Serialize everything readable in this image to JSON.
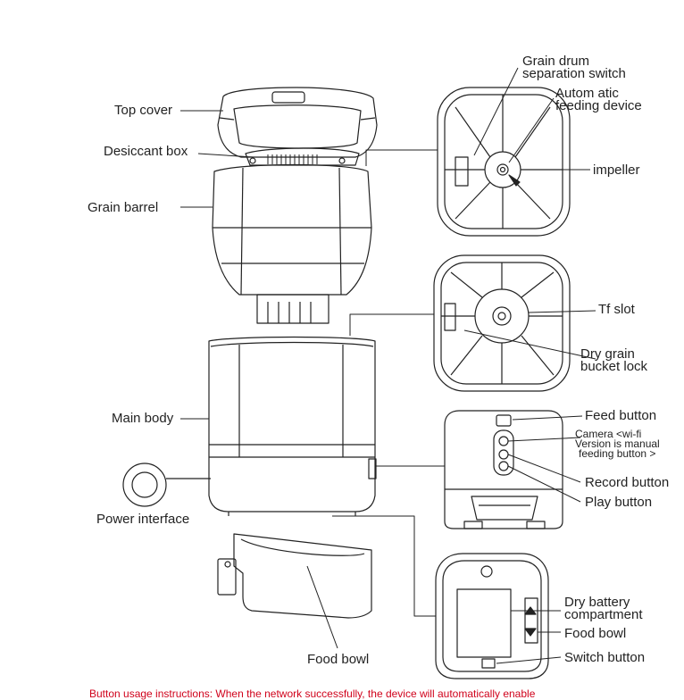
{
  "labels": {
    "top_cover": "Top cover",
    "desiccant_box": "Desiccant box",
    "grain_barrel": "Grain barrel",
    "main_body": "Main body",
    "power_interface": "Power interface",
    "food_bowl_left": "Food bowl",
    "grain_drum_1": "Grain drum",
    "grain_drum_2": "separation switch",
    "auto_feed_1": "Autom atic",
    "auto_feed_2": "feeding device",
    "impeller": "impeller",
    "tf_slot": "Tf slot",
    "dry_grain_1": "Dry grain",
    "dry_grain_2": "bucket lock",
    "feed_button": "Feed button",
    "camera_1": "Camera <wi-fi",
    "camera_2": "Version is manual",
    "camera_3": "feeding button >",
    "record_button": "Record button",
    "play_button": "Play button",
    "dry_battery_1": "Dry battery",
    "dry_battery_2": "compartment",
    "food_bowl_right": "Food bowl",
    "switch_button": "Switch button"
  },
  "footer_note": "Button usage instructions: When the network successfully, the device will automatically enable",
  "colors": {
    "line": "#222222",
    "light": "#888888",
    "note": "#d0021b"
  }
}
